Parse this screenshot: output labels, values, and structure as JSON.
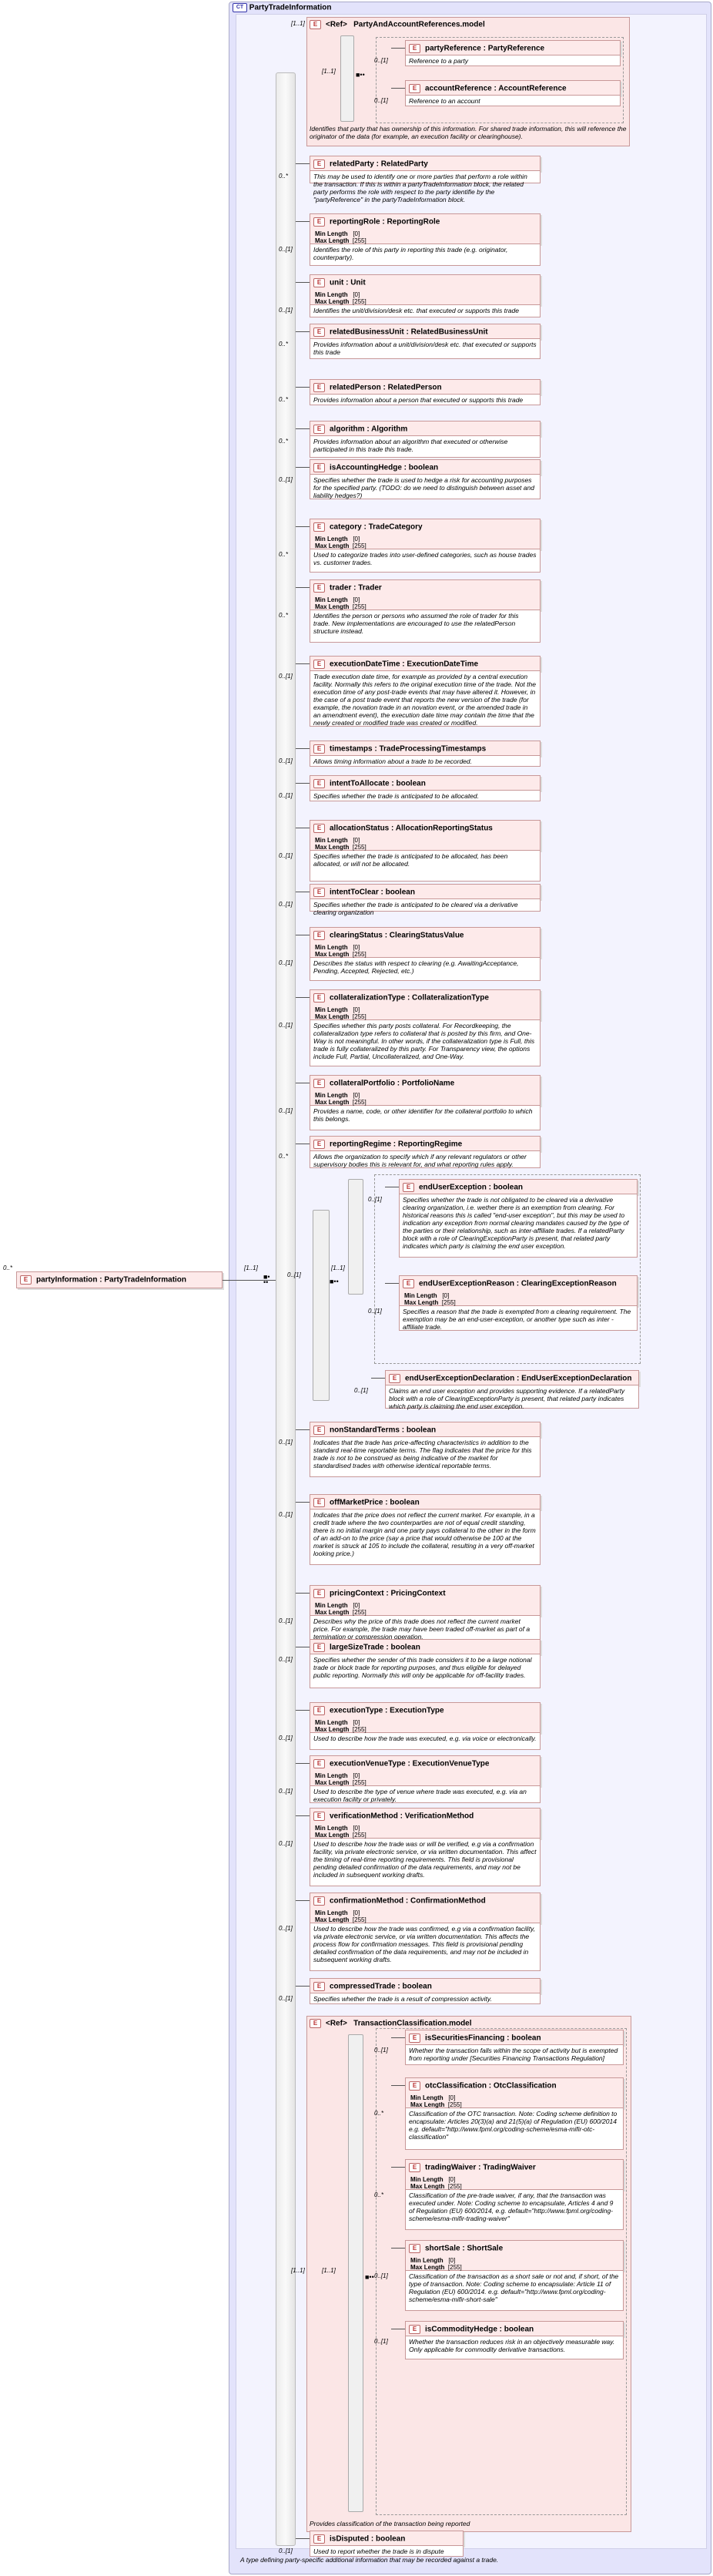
{
  "complex_type": {
    "badge": "CT",
    "title": "PartyTradeInformation",
    "description": "A type defining party-specific additional information that may be recorded against a trade."
  },
  "root": {
    "name": "partyInformation : PartyTradeInformation",
    "mult": "0..*"
  },
  "facet_labels": {
    "min": "Min Length",
    "max": "Max Length"
  },
  "ref_group": {
    "badge": "<Ref>",
    "name": "PartyAndAccountReferences.model",
    "mult": "[1..1]",
    "inner_mult": "[1..1]",
    "items": [
      {
        "mult": "0..[1]",
        "name": "partyReference : PartyReference",
        "desc": "Reference to a party"
      },
      {
        "mult": "0..[1]",
        "name": "accountReference : AccountReference",
        "desc": "Reference to an account"
      }
    ],
    "desc": "Identifies that party that has ownership of this information. For shared trade information, this will reference the originator of the data (for example, an execution facility or clearinghouse)."
  },
  "elements": [
    {
      "mult": "0..*",
      "name": "relatedParty : RelatedParty",
      "desc": "This may be used to identify one or more parties that perform a role within the transaction. If this is within a partyTradeInformation block, the related party performs the role with respect to the party identifie by the \"partyReference\" in the partyTradeInformation block."
    },
    {
      "mult": "0..[1]",
      "name": "reportingRole : ReportingRole",
      "facets": [
        "[0]",
        "[255]"
      ],
      "desc": "Identifies the role of this party in reporting this trade (e.g. originator, counterparty)."
    },
    {
      "mult": "0..[1]",
      "name": "unit       : Unit",
      "facets": [
        "[0]",
        "[255]"
      ],
      "desc": "Identifies the unit/division/desk etc. that executed or supports this trade"
    },
    {
      "mult": "0..*",
      "name": "relatedBusinessUnit : RelatedBusinessUnit",
      "desc": "Provides information about a unit/division/desk etc. that executed or supports this trade"
    },
    {
      "mult": "0..*",
      "name": "relatedPerson : RelatedPerson",
      "desc": "Provides information about a person that executed or supports this trade"
    },
    {
      "mult": "0..*",
      "name": "algorithm : Algorithm",
      "desc": "Provides information about an algorithm that executed or otherwise participated in this trade this trade."
    },
    {
      "mult": "0..[1]",
      "name": "isAccountingHedge : boolean",
      "desc": "Specifies whether the trade is used to hedge a risk for accounting purposes for the specified party. (TODO: do we need to distinguish between asset and liability hedges?)"
    },
    {
      "mult": "0..*",
      "name": "category : TradeCategory",
      "facets": [
        "[0]",
        "[255]"
      ],
      "desc": "Used to categorize trades into user-defined categories, such as house trades vs. customer trades."
    },
    {
      "mult": "0..*",
      "name": "trader       : Trader",
      "facets": [
        "[0]",
        "[255]"
      ],
      "desc": "Identifies the person or persons who assumed the role of trader for this trade. New implementations are encouraged to use the relatedPerson structure instead."
    },
    {
      "mult": "0..[1]",
      "name": "executionDateTime : ExecutionDateTime",
      "desc": "Trade execution date time, for example as provided by a central execution facility. Normally this refers to the original execution time of the trade. Not the execution time of any post-trade events that may have altered it. However, in the case of a post trade event that reports the new version of the trade (for example, the novation trade in an novation event, or the amended trade in an amendment event), the execution date time may contain the time that the newly created or modified trade was created or modified."
    },
    {
      "mult": "0..[1]",
      "name": "timestamps : TradeProcessingTimestamps",
      "desc": "Allows timing information about a trade to be recorded."
    },
    {
      "mult": "0..[1]",
      "name": "intentToAllocate : boolean",
      "desc": "Specifies whether the trade is anticipated to be allocated."
    },
    {
      "mult": "0..[1]",
      "name": "allocationStatus : AllocationReportingStatus",
      "facets": [
        "[0]",
        "[255]"
      ],
      "desc": "Specifies whether the trade is anticipated to be allocated, has been allocated, or will not be allocated."
    },
    {
      "mult": "0..[1]",
      "name": "intentToClear : boolean",
      "desc": "Specifies whether the trade is anticipated to be cleared via a derivative clearing organization"
    },
    {
      "mult": "0..[1]",
      "name": "clearingStatus : ClearingStatusValue",
      "facets": [
        "[0]",
        "[255]"
      ],
      "desc": "Describes the status with respect to clearing (e.g. AwaitingAcceptance, Pending, Accepted, Rejected, etc.)"
    },
    {
      "mult": "0..[1]",
      "name": "collateralizationType : CollateralizationType",
      "facets": [
        "[0]",
        "[255]"
      ],
      "desc": "Specifies whether this party posts collateral. For Recordkeeping, the collateralization type refers to collateral that is posted by this firm, and One-Way is not meaningful. In other words, if the collateralization type is Full, this trade is fully collateralized by this party. For Transparency view, the options include Full, Partial, Uncollateralized, and One-Way."
    },
    {
      "mult": "0..[1]",
      "name": "collateralPortfolio : PortfolioName",
      "facets": [
        "[0]",
        "[255]"
      ],
      "desc": "Provides a name, code, or other identifier for the collateral portfolio to which this belongs."
    },
    {
      "mult": "0..*",
      "name": "reportingRegime : ReportingRegime",
      "desc": "Allows the organization to specify which if any relevant regulators or other supervisory bodies this is relevant for, and what reporting rules apply."
    }
  ],
  "choice": {
    "mult": "0..[1]",
    "seq_mult": "[1..1]",
    "items": [
      {
        "mult": "0..[1]",
        "name": "endUserException : boolean",
        "desc": "Specifies whether the trade is not obligated to be cleared via a derivative clearing organization, i.e. wether there is an exemption from clearing. For historical reasons this is called \"end-user exception\", but this may be used to indication any exception from normal clearing mandates caused by the type of the parties or their relationship, such as inter-affiliate trades. If a relatedParty block with a role of ClearingExceptionParty is present, that related party indicates which party is claiming the end user exception."
      },
      {
        "mult": "0..[1]",
        "name": "endUserExceptionReason : ClearingExceptionReason",
        "facets": [
          "[0]",
          "[255]"
        ],
        "desc": "Specifies a reason that the trade is exempted from a clearing requirement. The exemption may be an end-user-exception, or another type such as inter -affiliate trade."
      },
      {
        "mult": "0..[1]",
        "name": "endUserExceptionDeclaration : EndUserExceptionDeclaration",
        "desc": "Claims an end user exception and provides supporting evidence. If a relatedParty block with a role of ClearingExceptionParty is present, that related party indicates which party is claiming the end user exception."
      }
    ]
  },
  "elements2": [
    {
      "mult": "0..[1]",
      "name": "nonStandardTerms : boolean",
      "desc": "Indicates that the trade has price-affecting characteristics in addition to the standard real-time reportable terms. The flag indicates that the price for this trade is not to be construed as being indicative of the market for standardised trades with otherwise identical reportable terms."
    },
    {
      "mult": "0..[1]",
      "name": "offMarketPrice : boolean",
      "desc": "Indicates that the price does not reflect the current market. For example, in a credit trade where the two counterparties are not of equal credit standing, there is no initial margin and one party pays collateral to the other in the form of an add-on to the price (say a price that would otherwise be 100 at the market is struck at 105 to include the collateral, resulting in a very off-market looking price.)"
    },
    {
      "mult": "0..[1]",
      "name": "pricingContext : PricingContext",
      "facets": [
        "[0]",
        "[255]"
      ],
      "desc": "Describes why the price of this trade does not reflect the current market price. For example, the trade may have been traded off-market as part of a termination or compression operation."
    },
    {
      "mult": "0..[1]",
      "name": "largeSizeTrade : boolean",
      "desc": "Specifies whether the sender of this trade considers it to be a large notional trade or block trade for reporting purposes, and thus eligible for delayed public reporting. Normally this will only be applicable for off-facility trades."
    },
    {
      "mult": "0..[1]",
      "name": "executionType : ExecutionType",
      "facets": [
        "[0]",
        "[255]"
      ],
      "desc": "Used to describe how the trade was executed, e.g. via voice or electronically."
    },
    {
      "mult": "0..[1]",
      "name": "executionVenueType : ExecutionVenueType",
      "facets": [
        "[0]",
        "[255]"
      ],
      "desc": "Used to describe the type of venue where trade was executed, e.g. via an execution facility or privately."
    },
    {
      "mult": "0..[1]",
      "name": "verificationMethod : VerificationMethod",
      "facets": [
        "[0]",
        "[255]"
      ],
      "desc": "Used to describe how the trade was or will be verified, e.g via a confirmation facility, via private electronic service, or via written documentation. This affect the timing of real-time reporting requirements. This field is provisional pending detailed confirmation of the data requirements, and may not be included in subsequent working drafts."
    },
    {
      "mult": "0..[1]",
      "name": "confirmationMethod : ConfirmationMethod",
      "facets": [
        "[0]",
        "[255]"
      ],
      "desc": "Used to describe how the trade was confirmed, e.g via a confirmation facility, via private electronic service, or via written documentation. This affects the process flow for confirmation messages. This field is provisional pending detailed confirmation of the data requirements, and may not be included in subsequent working drafts."
    },
    {
      "mult": "0..[1]",
      "name": "compressedTrade : boolean",
      "desc": "Specifies whether the trade is a result of compression activity."
    }
  ],
  "tc_group": {
    "badge": "<Ref>",
    "name": "TransactionClassification.model",
    "mult": "[1..1]",
    "inner_mult": "[1..1]",
    "items": [
      {
        "mult": "0..[1]",
        "name": "isSecuritiesFinancing : boolean",
        "desc": "Whether the transaction falls within the scope of activity but is exempted from reporting under [Securities Financing Transactions Regulation]"
      },
      {
        "mult": "0..*",
        "name": "otcClassification : OtcClassification",
        "facets": [
          "[0]",
          "[255]"
        ],
        "desc": "Classification of the OTC transaction. Note: Coding scheme definition to encapsulate: Articles 20(3)(a) and 21(5)(a) of Regulation (EU) 600/2014 e.g. default=\"http://www.fpml.org/coding-scheme/esma-mifir-otc-classification\""
      },
      {
        "mult": "0..*",
        "name": "tradingWaiver : TradingWaiver",
        "facets": [
          "[0]",
          "[255]"
        ],
        "desc": "Classification of the pre-trade waiver, if any, that the transaction was executed under. Note: Coding scheme to encapsulate, Articles 4 and 9 of Regulation (EU) 600/2014, e.g. default=\"http://www.fpml.org/coding-scheme/esma-mifir-trading-waiver\""
      },
      {
        "mult": "0..[1]",
        "name": "shortSale : ShortSale",
        "facets": [
          "[0]",
          "[255]"
        ],
        "desc": "Classification of the transaction as a short sale or not and, if short, of the type of transaction. Note: Coding scheme to encapsulate: Article 11 of Regulation (EU) 600/2014. e.g. default=\"http://www.fpml.org/coding-scheme/esma-mifir-short-sale\""
      },
      {
        "mult": "0..[1]",
        "name": "isCommodityHedge : boolean",
        "desc": "Whether the transaction reduces risk in an objectively measurable way. Only applicable for commodity derivative transactions."
      }
    ],
    "desc": "Provides classification of the transaction being reported"
  },
  "last": {
    "mult": "0..[1]",
    "name": "isDisputed : boolean",
    "desc": "Used to report whether the trade is in dispute"
  }
}
